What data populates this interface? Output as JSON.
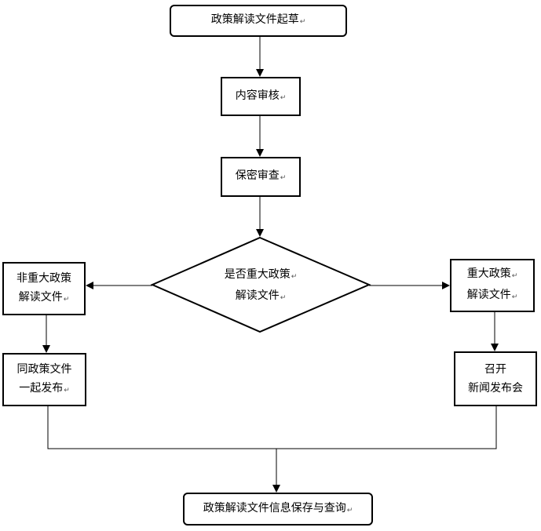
{
  "nodes": {
    "draft": {
      "lines": [
        "政策解读文件起草"
      ]
    },
    "content_review": {
      "lines": [
        "内容审核"
      ]
    },
    "security_review": {
      "lines": [
        "保密审查"
      ]
    },
    "decision": {
      "lines": [
        "是否重大政策",
        "解读文件"
      ]
    },
    "non_major": {
      "lines": [
        "非重大政策",
        "解读文件"
      ]
    },
    "major": {
      "lines": [
        "重大政策",
        "解读文件"
      ]
    },
    "publish_with_policy": {
      "lines": [
        "同政策文件",
        "一起发布"
      ]
    },
    "press_conference": {
      "lines": [
        "召开",
        "新闻发布会"
      ]
    },
    "save_query": {
      "lines": [
        "政策解读文件信息保存与查询"
      ]
    }
  },
  "paragraph_mark": "↵"
}
